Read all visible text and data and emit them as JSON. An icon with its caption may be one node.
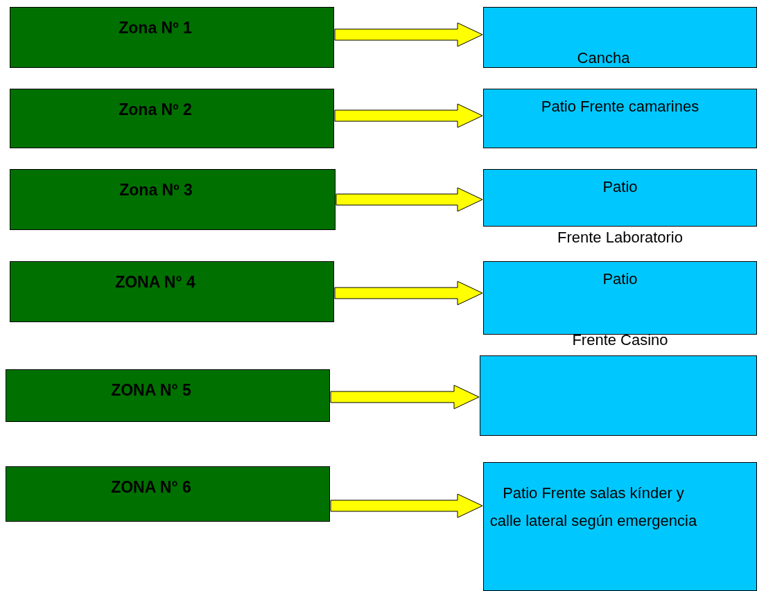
{
  "diagram": {
    "nodes": [
      {
        "text": [
          "Zona Nº 1"
        ]
      },
      {
        "text": [
          "Cancha"
        ]
      },
      {
        "text": [
          "Zona Nº 2"
        ]
      },
      {
        "text": [
          "Patio Frente camarines"
        ]
      },
      {
        "text": [
          "Zona Nº 3"
        ]
      },
      {
        "text": [
          "Patio",
          "Frente Laboratorio"
        ]
      },
      {
        "text": [
          "ZONA N° 4"
        ]
      },
      {
        "text": [
          "Patio",
          "Frente Casino"
        ]
      },
      {
        "text": [
          "ZONA N° 5"
        ]
      },
      {
        "text": [],
        "shape": "box"
      },
      {
        "text": [
          "ZONA N° 6"
        ]
      },
      {
        "text": [
          "Patio Frente salas kínder y calle lateral según emergencia"
        ]
      }
    ],
    "edges": [
      {
        "from": 0,
        "to": 1,
        "arrow": "to"
      },
      {
        "from": 2,
        "to": 3,
        "arrow": "to"
      },
      {
        "from": 4,
        "to": 5,
        "arrow": "to"
      },
      {
        "from": 6,
        "to": 7,
        "arrow": "to"
      },
      {
        "from": 8,
        "to": 9,
        "arrow": "to"
      },
      {
        "from": 10,
        "to": 11,
        "arrow": "to"
      }
    ]
  }
}
